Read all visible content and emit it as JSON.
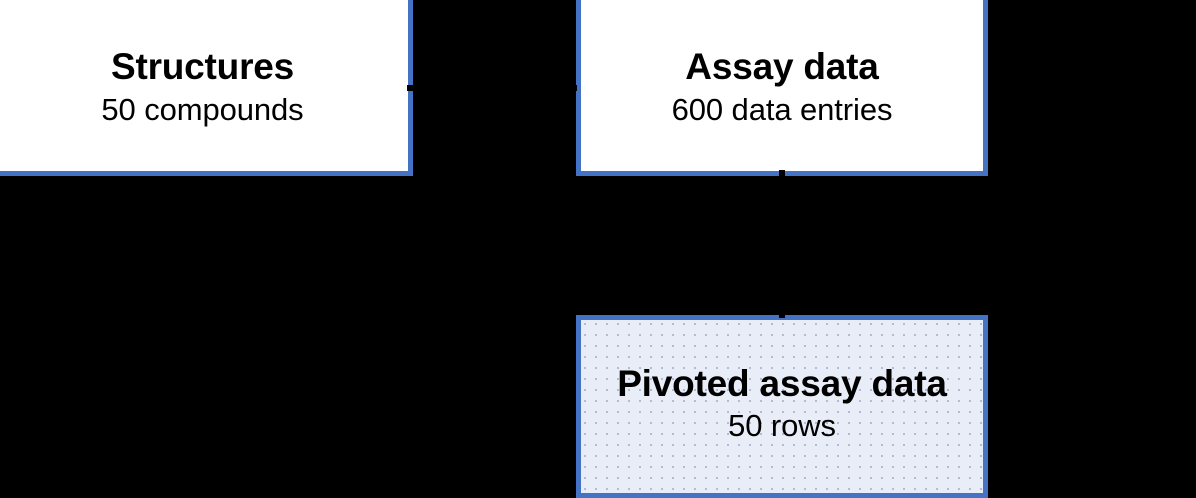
{
  "diagram": {
    "background_color": "#000000",
    "accent_color": "#4472C4",
    "nodes": [
      {
        "id": "structures",
        "title": "Structures",
        "subtitle": "50 compounds",
        "fill_color": "#FFFFFF",
        "border_color": "#4472C4"
      },
      {
        "id": "assay-data",
        "title": "Assay data",
        "subtitle": "600 data entries",
        "fill_color": "#FFFFFF",
        "border_color": "#4472C4"
      },
      {
        "id": "pivoted-assay-data",
        "title": "Pivoted assay data",
        "subtitle": "50 rows",
        "fill_color": "#E8EDF7",
        "border_color": "#4472C4"
      }
    ],
    "connectors": [
      {
        "id": "structures-to-assay",
        "from": "structures",
        "to": "assay-data",
        "orientation": "horizontal"
      },
      {
        "id": "assay-to-pivoted",
        "from": "assay-data",
        "to": "pivoted-assay-data",
        "orientation": "vertical"
      }
    ]
  }
}
